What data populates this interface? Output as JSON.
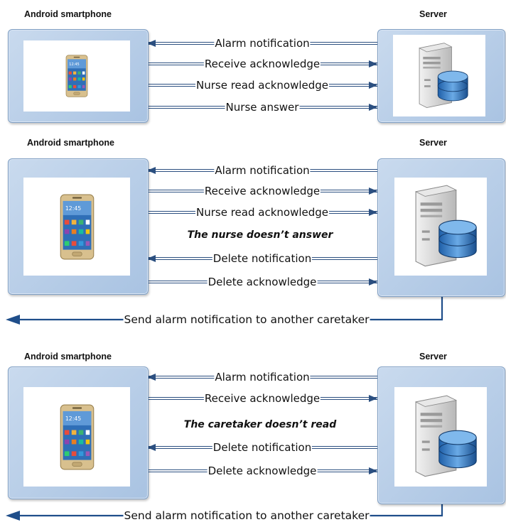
{
  "colors": {
    "arrow": "#2b4f80",
    "box_fill": "#b7cde8",
    "box_border": "#7f9fc4"
  },
  "icons": [
    "smartphone-icon",
    "server-icon"
  ],
  "panels": [
    {
      "phone_title": "Android smartphone",
      "server_title": "Server",
      "messages": [
        {
          "label": "Alarm notification",
          "direction": "to-phone"
        },
        {
          "label": "Receive acknowledge",
          "direction": "to-server"
        },
        {
          "label": "Nurse read acknowledge",
          "direction": "to-server"
        },
        {
          "label": "Nurse answer",
          "direction": "to-server"
        }
      ]
    },
    {
      "phone_title": "Android smartphone",
      "server_title": "Server",
      "note": "The nurse doesn’t answer",
      "messages": [
        {
          "label": "Alarm notification",
          "direction": "to-phone"
        },
        {
          "label": "Receive acknowledge",
          "direction": "to-server"
        },
        {
          "label": "Nurse read acknowledge",
          "direction": "to-server"
        },
        {
          "label": "Delete notification",
          "direction": "to-phone"
        },
        {
          "label": "Delete acknowledge",
          "direction": "to-server"
        }
      ],
      "forward": "Send alarm notification to another caretaker"
    },
    {
      "phone_title": "Android smartphone",
      "server_title": "Server",
      "note": "The caretaker doesn’t read",
      "messages": [
        {
          "label": "Alarm notification",
          "direction": "to-phone"
        },
        {
          "label": "Receive acknowledge",
          "direction": "to-server"
        },
        {
          "label": "Delete notification",
          "direction": "to-phone"
        },
        {
          "label": "Delete acknowledge",
          "direction": "to-server"
        }
      ],
      "forward": "Send alarm notification to another caretaker"
    }
  ]
}
